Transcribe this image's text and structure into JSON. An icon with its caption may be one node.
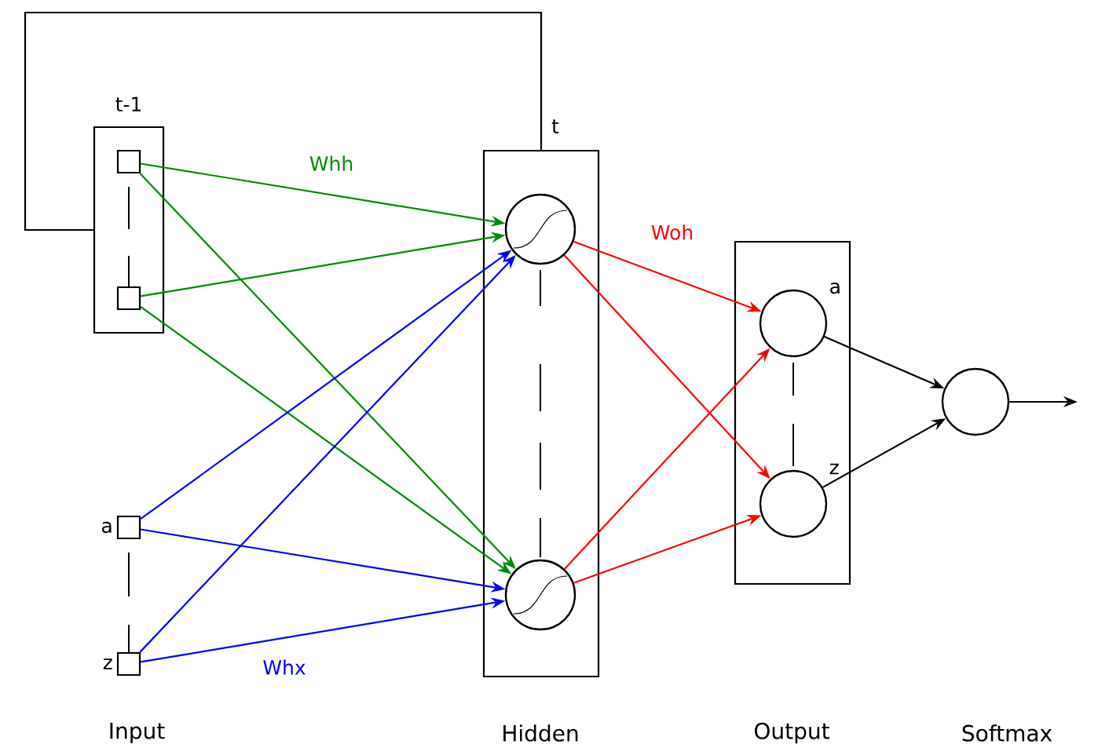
{
  "diagram": {
    "nodes": [
      {
        "text": [
          "t-1"
        ]
      },
      {
        "text": [],
        "shape": "box",
        "in": 0
      },
      {
        "text": [],
        "shape": "box",
        "in": 0
      },
      {
        "text": [
          "t"
        ]
      },
      {
        "text": [],
        "shape": "circle",
        "in": 3
      },
      {
        "text": [],
        "shape": "circle",
        "in": 3
      },
      {
        "text": [
          "a"
        ]
      },
      {
        "text": [
          "z"
        ]
      },
      {
        "text": [],
        "shape": "box"
      },
      {
        "text": [
          "a"
        ],
        "in": 8
      },
      {
        "text": [
          "z"
        ],
        "in": 8
      },
      {
        "text": [],
        "shape": "circle"
      }
    ],
    "edges": [
      {
        "from": 3,
        "to": 0,
        "arrow": "none"
      },
      {
        "from": 1,
        "to": 4,
        "arrow": "to",
        "color": "#008a00",
        "label": "Whh"
      },
      {
        "from": 1,
        "to": 5,
        "arrow": "to",
        "color": "#008a00"
      },
      {
        "from": 2,
        "to": 4,
        "arrow": "to",
        "color": "#008a00"
      },
      {
        "from": 2,
        "to": 5,
        "arrow": "to",
        "color": "#008a00"
      },
      {
        "from": 6,
        "to": 4,
        "arrow": "to",
        "color": "#0000ff"
      },
      {
        "from": 6,
        "to": 5,
        "arrow": "to",
        "color": "#0000ff"
      },
      {
        "from": 7,
        "to": 4,
        "arrow": "to",
        "color": "#0000ff"
      },
      {
        "from": 7,
        "to": 5,
        "arrow": "to",
        "color": "#0000ff",
        "label": "Whx"
      },
      {
        "from": 4,
        "to": 9,
        "arrow": "to",
        "color": "#ff0000",
        "label": "Woh"
      },
      {
        "from": 4,
        "to": 10,
        "arrow": "to",
        "color": "#ff0000"
      },
      {
        "from": 5,
        "to": 9,
        "arrow": "to",
        "color": "#ff0000"
      },
      {
        "from": 5,
        "to": 10,
        "arrow": "to",
        "color": "#ff0000"
      },
      {
        "from": 9,
        "to": 11,
        "arrow": "to"
      },
      {
        "from": 10,
        "to": 11,
        "arrow": "to"
      },
      {
        "from": 11,
        "to": null,
        "arrow": "to"
      }
    ],
    "labels": [
      "Input",
      "Hidden",
      "Output",
      "Softmax"
    ]
  }
}
